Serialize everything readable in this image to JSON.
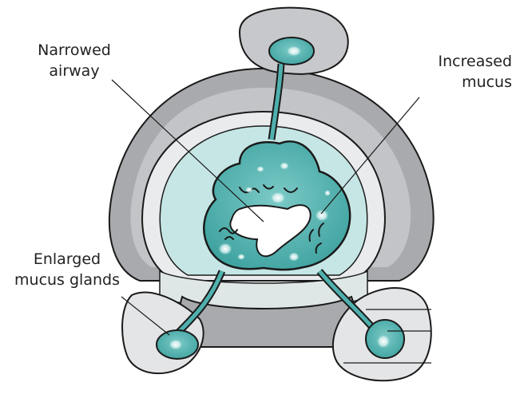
{
  "labels": {
    "narrowed_airway": [
      "Narrowed",
      "airway"
    ],
    "increased_mucus": [
      "Increased",
      "mucus"
    ],
    "enlarged_glands": [
      "Enlarged",
      "mucus glands"
    ]
  },
  "colors": {
    "outline": "#1a1a1a",
    "cartilage_dark": "#a9aaad",
    "cartilage_light": "#d5d6d8",
    "wall_light": "#e9ebec",
    "mucosa": "#c5e6e4",
    "mucus": "#4fb0ad",
    "mucus_highlight": "#d8f1ef",
    "lumen": "#ffffff"
  }
}
